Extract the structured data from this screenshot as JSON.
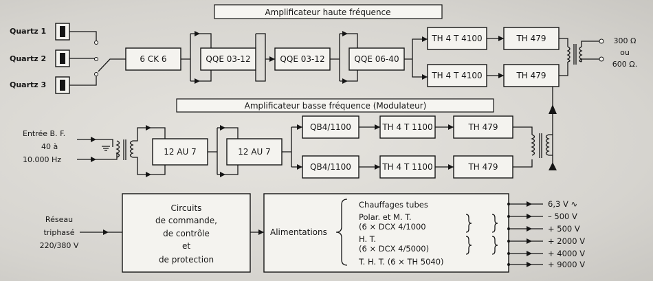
{
  "headers": {
    "hf": "Amplificateur haute fréquence",
    "bf": "Amplificateur basse fréquence (Modulateur)"
  },
  "quartz": [
    "Quartz 1",
    "Quartz 2",
    "Quartz 3"
  ],
  "hf_chain": [
    "6 CK 6",
    "QQE 03-12",
    "QQE 03-12",
    "QQE 06-40"
  ],
  "hf_final": {
    "top": [
      "TH 4 T 4100",
      "TH 479"
    ],
    "bottom": [
      "TH 4 T 4100",
      "TH 479"
    ]
  },
  "output": {
    "line1": "300 Ω",
    "line2": "ou",
    "line3": "600 Ω."
  },
  "bf_input": {
    "line1": "Entrée B. F.",
    "line2": "40 à",
    "line3": "10.000 Hz"
  },
  "bf_chain": [
    "12 AU 7",
    "12 AU 7"
  ],
  "bf_final": {
    "top": [
      "QB4/1100",
      "TH 4 T 1100",
      "TH 479"
    ],
    "bottom": [
      "QB4/1100",
      "TH 4 T 1100",
      "TH 479"
    ]
  },
  "mains": {
    "line1": "Réseau",
    "line2": "triphasé",
    "line3": "220/380 V"
  },
  "control_box": [
    "Circuits",
    "de commande,",
    "de contrôle",
    "et",
    "de protection"
  ],
  "power_box": {
    "title": "Alimentations",
    "items": [
      "Chauffages tubes",
      "Polar. et M. T.",
      "(6 × DCX 4/1000",
      "H. T.",
      "(6 × DCX 4/5000)",
      "T. H. T. (6 × TH 5040)"
    ]
  },
  "voltages": [
    "6,3 V ∿",
    "– 500 V",
    "+ 500 V",
    "+ 2000 V",
    "+ 4000 V",
    "+ 9000 V"
  ]
}
